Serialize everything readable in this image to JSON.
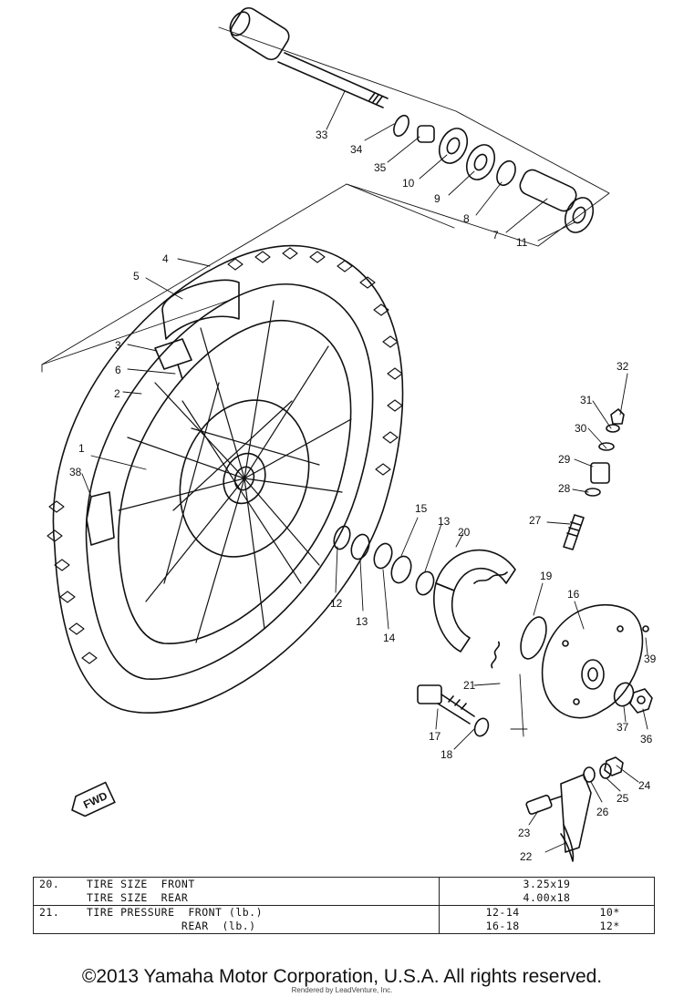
{
  "diagram": {
    "callouts": [
      "33",
      "34",
      "35",
      "10",
      "9",
      "8",
      "7",
      "11",
      "4",
      "5",
      "3",
      "6",
      "2",
      "1",
      "38",
      "12",
      "13",
      "14",
      "15",
      "13",
      "20",
      "19",
      "16",
      "17",
      "18",
      "21",
      "27",
      "28",
      "29",
      "30",
      "31",
      "32",
      "39",
      "37",
      "36",
      "24",
      "25",
      "26",
      "23",
      "22"
    ],
    "fwd_label": "FWD"
  },
  "spec_table": {
    "rows": [
      {
        "no": "20.",
        "desc": "TIRE SIZE  FRONT",
        "value": "3.25x19",
        "value2": ""
      },
      {
        "no": "",
        "desc": "TIRE SIZE  REAR",
        "value": "4.00x18",
        "value2": ""
      },
      {
        "no": "21.",
        "desc": "TIRE PRESSURE  FRONT (lb.)",
        "value": "12-14",
        "value2": "10*"
      },
      {
        "no": "",
        "desc": "              REAR  (lb.)",
        "value": "16-18",
        "value2": "12*"
      }
    ]
  },
  "footer": {
    "copyright": "©2013 Yamaha Motor Corporation, U.S.A. All rights reserved.",
    "render_credit": "Rendered by LeadVenture, Inc."
  }
}
